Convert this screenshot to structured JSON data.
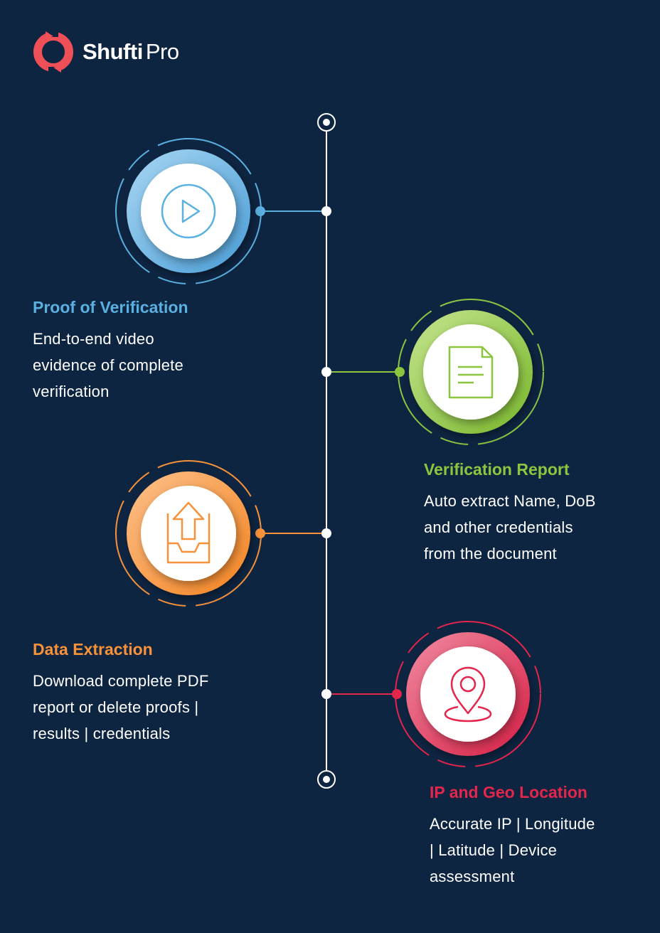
{
  "brand": {
    "name_bold": "Shufti",
    "name_light": "Pro",
    "accent": "#ef4f57"
  },
  "timeline": {
    "line_color": "#ffffff",
    "steps": [
      {
        "title": "Proof of Verification",
        "description": "End-to-end video\nevidence of complete\nverification",
        "icon": "play-icon",
        "color": "#5ab0e0",
        "side": "left"
      },
      {
        "title": "Verification Report",
        "description": "Auto extract Name, DoB\nand other credentials\nfrom the document",
        "icon": "document-icon",
        "color": "#8cc63f",
        "side": "right"
      },
      {
        "title": "Data Extraction",
        "description": "Download complete PDF\nreport or delete proofs |\nresults | credentials",
        "icon": "upload-tray-icon",
        "color": "#f7923a",
        "side": "left"
      },
      {
        "title": "IP and Geo Location",
        "description": "Accurate IP | Longitude\n| Latitude | Device\nassessment",
        "icon": "location-pin-icon",
        "color": "#e4254c",
        "side": "right"
      }
    ]
  }
}
